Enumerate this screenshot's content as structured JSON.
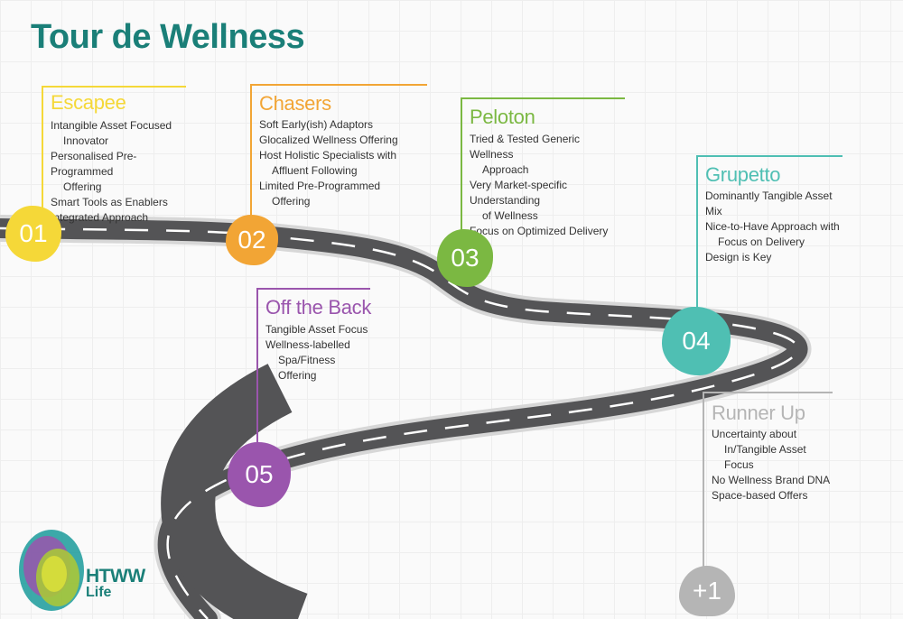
{
  "title": "Tour de Wellness",
  "colors": {
    "title": "#1a7f78",
    "road": "#545456",
    "edge": "#d7d7d7",
    "yellow": "#f5d838",
    "orange": "#f2a535",
    "green": "#7bb842",
    "teal": "#4fbfb3",
    "purple": "#9a55ad",
    "gray": "#b5b5b5"
  },
  "stages": [
    {
      "id": "escapee",
      "number": "01",
      "name": "Escapee",
      "color": "#f5d838",
      "items": [
        {
          "text": "Intangible Asset Focused",
          "cont": "Innovator"
        },
        {
          "text": "Personalised Pre-Programmed",
          "cont": "Offering"
        },
        {
          "text": "Smart Tools as Enablers",
          "cont": ""
        },
        {
          "text": "Integrated Approach",
          "cont": ""
        }
      ]
    },
    {
      "id": "chasers",
      "number": "02",
      "name": "Chasers",
      "color": "#f2a535",
      "items": [
        {
          "text": "Soft Early(ish) Adaptors",
          "cont": ""
        },
        {
          "text": "Glocalized Wellness Offering",
          "cont": ""
        },
        {
          "text": "Host Holistic Specialists with",
          "cont": "Affluent Following"
        },
        {
          "text": "Limited Pre-Programmed",
          "cont": "Offering"
        }
      ]
    },
    {
      "id": "peloton",
      "number": "03",
      "name": "Peloton",
      "color": "#7bb842",
      "items": [
        {
          "text": "Tried & Tested Generic Wellness",
          "cont": "Approach"
        },
        {
          "text": "Very Market-specific Understanding",
          "cont": "of Wellness"
        },
        {
          "text": "Focus on Optimized Delivery",
          "cont": ""
        }
      ]
    },
    {
      "id": "grupetto",
      "number": "04",
      "name": "Grupetto",
      "color": "#4fbfb3",
      "items": [
        {
          "text": "Dominantly Tangible Asset Mix",
          "cont": ""
        },
        {
          "text": "Nice-to-Have Approach with",
          "cont": "Focus on Delivery"
        },
        {
          "text": "Design is Key",
          "cont": ""
        }
      ]
    },
    {
      "id": "off-the-back",
      "number": "05",
      "name": "Off the Back",
      "color": "#9a55ad",
      "items": [
        {
          "text": "Tangible Asset Focus",
          "cont": ""
        },
        {
          "text": "Wellness-labelled",
          "cont": "Spa/Fitness Offering"
        }
      ]
    },
    {
      "id": "runner-up",
      "number": "+1",
      "name": "Runner Up",
      "color": "#b5b5b5",
      "items": [
        {
          "text": "Uncertainty about",
          "cont": "In/Tangible Asset Focus"
        },
        {
          "text": "No Wellness Brand DNA",
          "cont": ""
        },
        {
          "text": "Space-based Offers",
          "cont": ""
        }
      ]
    }
  ],
  "logo": {
    "line1": "HTWW",
    "line2": "Life"
  }
}
